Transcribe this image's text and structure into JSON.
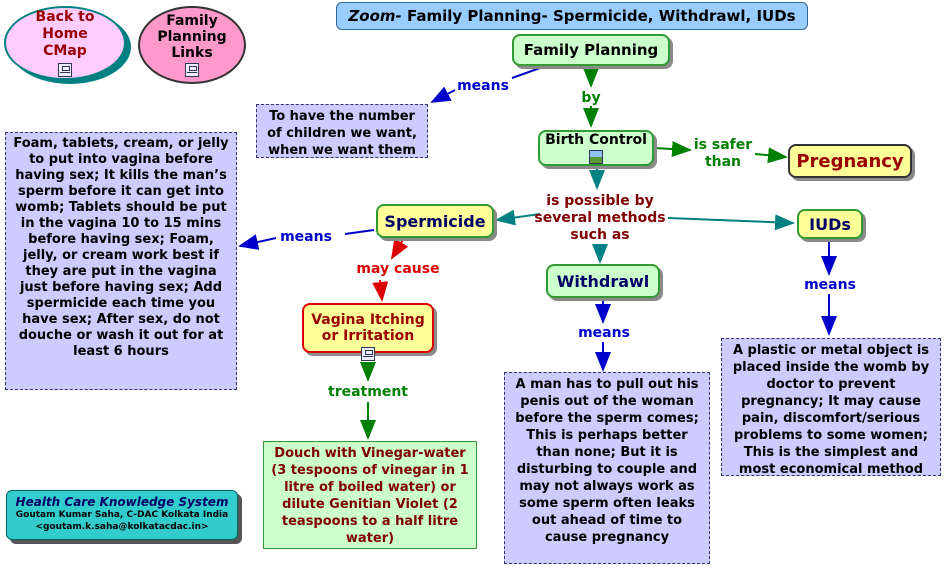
{
  "title": {
    "zoom": "Zoom-",
    "rest": " Family Planning- Spermicide, Withdrawl, IUDs"
  },
  "home_button": "Back to Home CMap",
  "links_button": "Family Planning Links",
  "nodes": {
    "family_planning": "Family Planning",
    "birth_control": "Birth Control",
    "pregnancy": "Pregnancy",
    "spermicide": "Spermicide",
    "withdrawl": "Withdrawl",
    "iuds": "IUDs",
    "itching": "Vagina Itching or Irritation"
  },
  "links": {
    "means_fp": "means",
    "by": "by",
    "is_safer_than": "is safer than",
    "possible": "is possible by several methods such as",
    "means_sperm": "means",
    "may_cause": "may cause",
    "treatment": "treatment",
    "means_withdrawl": "means",
    "means_iuds": "means"
  },
  "descriptions": {
    "fp_def": "To have the number of children we want, when we want them",
    "spermicide_def": "Foam, tablets, cream, or jelly to put into vagina before having sex; It kills the man’s sperm before it can get into womb; Tablets should be put in the vagina 10 to 15 mins before having sex; Foam, jelly, or cream work best if they are put in the vagina just before having sex; Add spermicide each time you have sex; After sex, do not douche or wash it out for at least 6 hours",
    "treatment_def": "Douch with Vinegar-water (3 tespoons of vinegar in 1 litre of boiled water) or dilute Genitian Violet (2 teaspoons to a half litre water)",
    "withdrawl_def": "A man has to pull out his penis out of the woman before the sperm comes; This is perhaps better than none; But it is disturbing to couple and may not always work as some sperm often leaks out ahead of time to cause pregnancy",
    "iud_def": "A plastic or metal object is placed inside the womb by doctor to prevent pregnancy; It may cause pain, discomfort/serious problems to some women; This is the simplest and most economical method"
  },
  "credits": {
    "system": "Health Care Knowledge System",
    "author": "Goutam Kumar Saha, C-DAC Kolkata India",
    "email": "<goutam.k.saha@kolkatacdac.in>"
  },
  "colors": {
    "means": "#0000cc",
    "green_link": "#008000",
    "red_link": "#dd0000",
    "maroon": "#800000"
  }
}
